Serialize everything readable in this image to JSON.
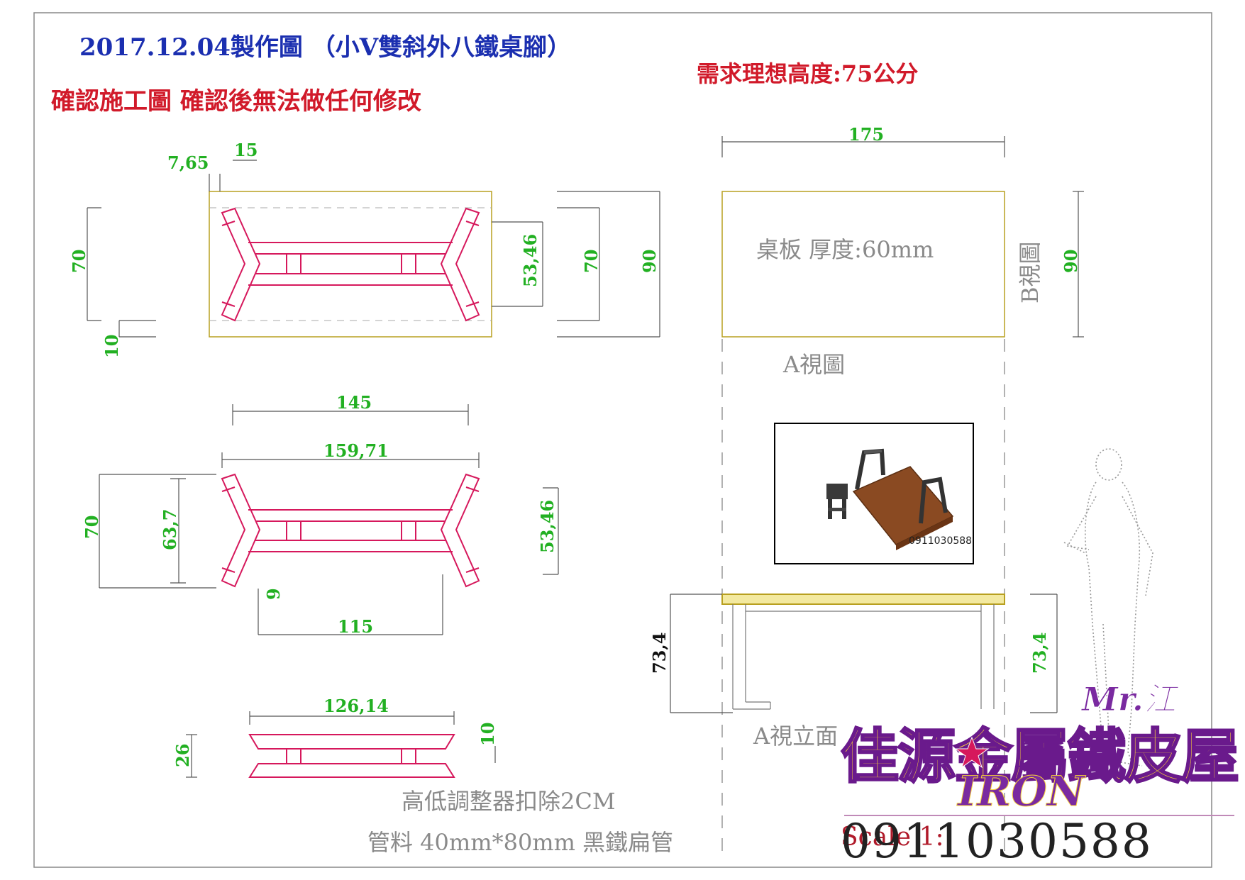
{
  "header": {
    "title": "2017.12.04製作圖  （小V雙斜外八鐵桌腳）",
    "confirm_note": "確認施工圖 確認後無法做任何修改",
    "height_note": "需求理想高度:75公分"
  },
  "labels": {
    "tabletop": "桌板 厚度:60mm",
    "view_a": "A視圖",
    "view_b": "B視圖",
    "view_a_elev": "A視立面",
    "adjuster_note": "高低調整器扣除2CM",
    "material_note": "管料 40mm*80mm  黑鐵扁管",
    "scale": "Scale 1:"
  },
  "dimensions": {
    "d765": "7,65",
    "d15": "15",
    "d70a": "70",
    "d10a": "10",
    "d5346a": "53,46",
    "d70b": "70",
    "d90a": "90",
    "d175": "175",
    "d90b": "90",
    "d145": "145",
    "d15971": "159,71",
    "d70c": "70",
    "d637": "63,7",
    "d5346b": "53,46",
    "d9": "9",
    "d115": "115",
    "d12614": "126,14",
    "d26": "26",
    "d10b": "10",
    "d734a": "73,4",
    "d734b": "73,4"
  },
  "brand": {
    "name": "佳源金屬鐵皮屋",
    "mr": "Mr.江",
    "iron": "IRON",
    "phone": "0911030588",
    "photo_caption": "0911030588"
  },
  "colors": {
    "frame": "#d6185c",
    "dimension": "#22b022",
    "title": "#1b2fb0",
    "warning": "#d11a2a",
    "tabletop_outline": "#b8a020"
  }
}
